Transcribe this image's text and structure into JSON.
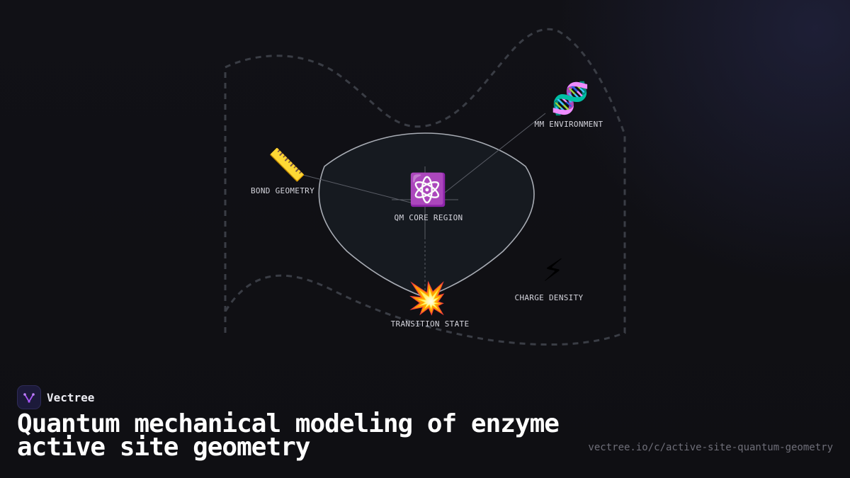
{
  "nodes": [
    {
      "id": "qm-core",
      "icon": "⚛️",
      "icon_name": "atom-icon",
      "label": "QM CORE REGION"
    },
    {
      "id": "bond-geometry",
      "icon": "📏",
      "icon_name": "ruler-icon",
      "label": "BOND GEOMETRY"
    },
    {
      "id": "mm-environment",
      "icon": "🧬",
      "icon_name": "dna-icon",
      "label": "MM ENVIRONMENT"
    },
    {
      "id": "charge-density",
      "icon": "⚡",
      "icon_name": "lightning-icon",
      "label": "CHARGE DENSITY"
    },
    {
      "id": "transition-state",
      "icon": "💥",
      "icon_name": "collision-icon",
      "label": "TRANSITION STATE"
    }
  ],
  "brand": {
    "name": "Vectree",
    "logo_icon": "vectree-logo-icon"
  },
  "headline": "Quantum mechanical modeling of enzyme active site geometry",
  "url": "vectree.io/c/active-site-quantum-geometry",
  "colors": {
    "background": "#0f0f13",
    "outer_boundary": "#3a3d45",
    "core_region_fill": "#161a20",
    "core_region_stroke": "#a8acb4",
    "brand_accent": "#a855f7",
    "url_text": "#6e6e78"
  }
}
